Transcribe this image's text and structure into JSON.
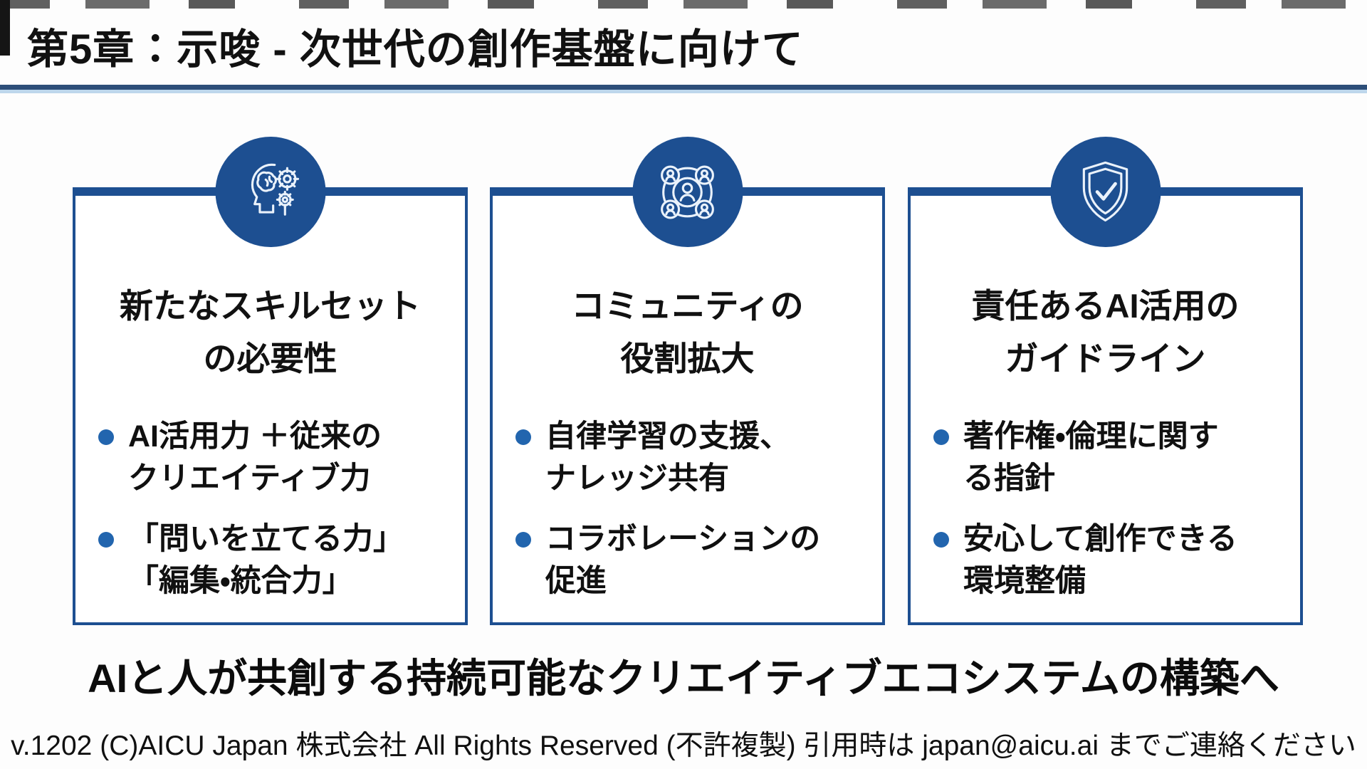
{
  "slide": {
    "title": "第5章：示唆 - 次世代の創作基盤に向けて",
    "cards": [
      {
        "icon": "brain-gears-icon",
        "title": "新たなスキルセット\nの必要性",
        "bullets": [
          "AI活用力 ＋従来の\nクリエイティブ力",
          "「問いを立てる力」\n「編集・統合力」"
        ]
      },
      {
        "icon": "community-network-icon",
        "title": "コミュニティの\n役割拡大",
        "bullets": [
          "自律学習の支援、\nナレッジ共有",
          "コラボレーションの\n促進"
        ]
      },
      {
        "icon": "shield-check-icon",
        "title": "責任あるAI活用の\nガイドライン",
        "bullets": [
          "著作権・倫理に関す\nる指針",
          "安心して創作できる\n環境整備"
        ]
      }
    ],
    "conclusion": "AIと人が共創する持続可能なクリエイティブエコシステムの構築へ",
    "footer": "v.1202 (C)AICU Japan 株式会社 All Rights Reserved (不許複製) 引用時は japan@aicu.ai までご連絡ください",
    "colors": {
      "accent_blue": "#1d4f91",
      "bullet_blue": "#2265ae",
      "underline_dark": "#2d4e79",
      "underline_light": "#bed7ec",
      "text": "#0f0f0f"
    }
  }
}
